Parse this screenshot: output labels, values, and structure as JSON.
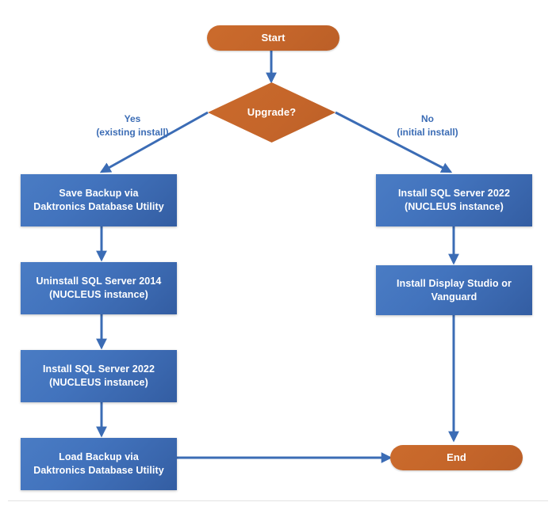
{
  "chart_data": {
    "type": "diagram",
    "title": "SQL Server upgrade / install decision flowchart",
    "colors": {
      "terminator_fill": "#c4652a",
      "decision_fill": "#c4652a",
      "process_fill": "#4272bc",
      "connector": "#3b6cb5",
      "label_text": "#3b6cb5",
      "node_text": "#ffffff",
      "background": "#ffffff"
    },
    "nodes": [
      {
        "id": "start",
        "shape": "terminator",
        "lines": [
          "Start"
        ]
      },
      {
        "id": "upgrade",
        "shape": "decision",
        "lines": [
          "Upgrade?"
        ]
      },
      {
        "id": "save_backup",
        "shape": "process",
        "lines": [
          "Save Backup via",
          "Daktronics Database Utility"
        ]
      },
      {
        "id": "uninstall",
        "shape": "process",
        "lines": [
          "Uninstall SQL Server 2014",
          "(NUCLEUS instance)"
        ]
      },
      {
        "id": "install_left",
        "shape": "process",
        "lines": [
          "Install SQL Server 2022",
          "(NUCLEUS instance)"
        ]
      },
      {
        "id": "load_backup",
        "shape": "process",
        "lines": [
          "Load Backup via",
          "Daktronics Database Utility"
        ]
      },
      {
        "id": "install_right",
        "shape": "process",
        "lines": [
          "Install SQL Server 2022",
          "(NUCLEUS instance)"
        ]
      },
      {
        "id": "display",
        "shape": "process",
        "lines": [
          "Install Display Studio or",
          "Vanguard"
        ]
      },
      {
        "id": "end",
        "shape": "terminator",
        "lines": [
          "End"
        ]
      }
    ],
    "edges": [
      {
        "from": "start",
        "to": "upgrade",
        "label": ""
      },
      {
        "from": "upgrade",
        "to": "save_backup",
        "label": "Yes\n(existing install)"
      },
      {
        "from": "upgrade",
        "to": "install_right",
        "label": "No\n(initial install)"
      },
      {
        "from": "save_backup",
        "to": "uninstall",
        "label": ""
      },
      {
        "from": "uninstall",
        "to": "install_left",
        "label": ""
      },
      {
        "from": "install_left",
        "to": "load_backup",
        "label": ""
      },
      {
        "from": "load_backup",
        "to": "end",
        "label": ""
      },
      {
        "from": "install_right",
        "to": "display",
        "label": ""
      },
      {
        "from": "display",
        "to": "end",
        "label": ""
      }
    ]
  },
  "diagram": {
    "start": {
      "label": "Start"
    },
    "decision": {
      "label": "Upgrade?"
    },
    "branch_yes": {
      "line1": "Yes",
      "line2": "(existing install)"
    },
    "branch_no": {
      "line1": "No",
      "line2": "(initial install)"
    },
    "save_backup": {
      "line1": "Save Backup via",
      "line2": "Daktronics Database Utility"
    },
    "uninstall_2014": {
      "line1": "Uninstall SQL Server 2014",
      "line2": "(NUCLEUS instance)"
    },
    "install_2022_left": {
      "line1": "Install SQL Server 2022",
      "line2": "(NUCLEUS instance)"
    },
    "load_backup": {
      "line1": "Load Backup via",
      "line2": "Daktronics Database Utility"
    },
    "install_2022_right": {
      "line1": "Install SQL Server 2022",
      "line2": "(NUCLEUS instance)"
    },
    "install_display": {
      "line1": "Install Display Studio or",
      "line2": "Vanguard"
    },
    "end": {
      "label": "End"
    }
  }
}
